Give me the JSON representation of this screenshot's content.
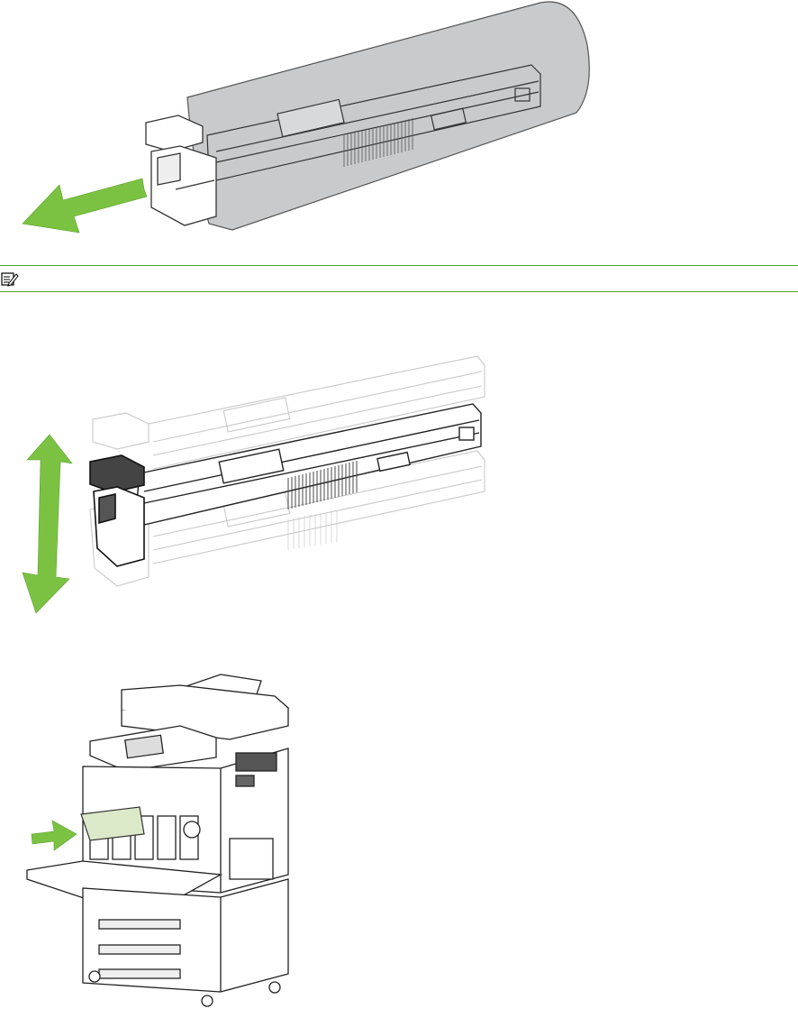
{
  "note": {
    "icon": "note-icon",
    "text": ""
  },
  "figures": {
    "step1": {
      "icon": "toner-cartridge-remove-bag-illustration",
      "arrow_color": "#7cc242"
    },
    "step2": {
      "icon": "toner-cartridge-shake-illustration",
      "arrow_color": "#7cc242"
    },
    "step3": {
      "icon": "printer-insert-cartridge-illustration",
      "arrow_color": "#7cc242"
    }
  },
  "colors": {
    "rule": "#5aa02c",
    "arrow": "#7cc242",
    "highlight": "#dbe9c8"
  }
}
